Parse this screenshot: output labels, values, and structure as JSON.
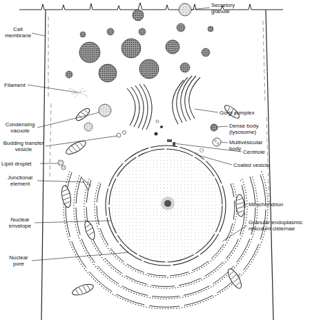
{
  "diagram": {
    "labels": [
      "Cell membrane",
      "Filament",
      "Condensing vacuole",
      "Budding transfer vesicle",
      "Lipid droplet",
      "Junctional element",
      "Nuclear envelope",
      "Nuclear pore",
      "Secretory granule",
      "Golgi complex",
      "Dense body (lysosome)",
      "Multivesicular body",
      "Centriole",
      "Coated vesicle",
      "Mitochondrion",
      "Granular endoplasmic reticulum cisternae"
    ]
  }
}
